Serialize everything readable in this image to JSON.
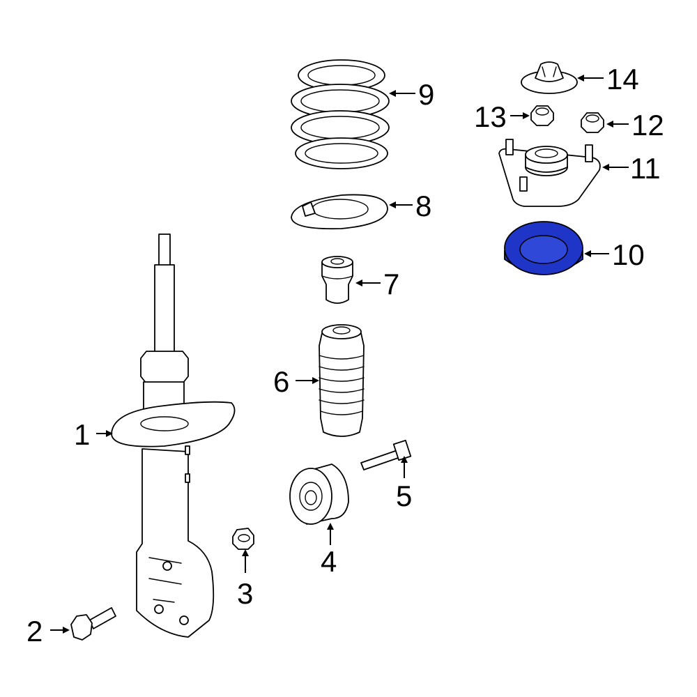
{
  "diagram": {
    "highlight_color": "#1f35c8",
    "line_color": "#000000",
    "background": "#ffffff",
    "highlighted_part": "10",
    "callouts": [
      "1",
      "2",
      "3",
      "4",
      "5",
      "6",
      "7",
      "8",
      "9",
      "10",
      "11",
      "12",
      "13",
      "14"
    ]
  }
}
